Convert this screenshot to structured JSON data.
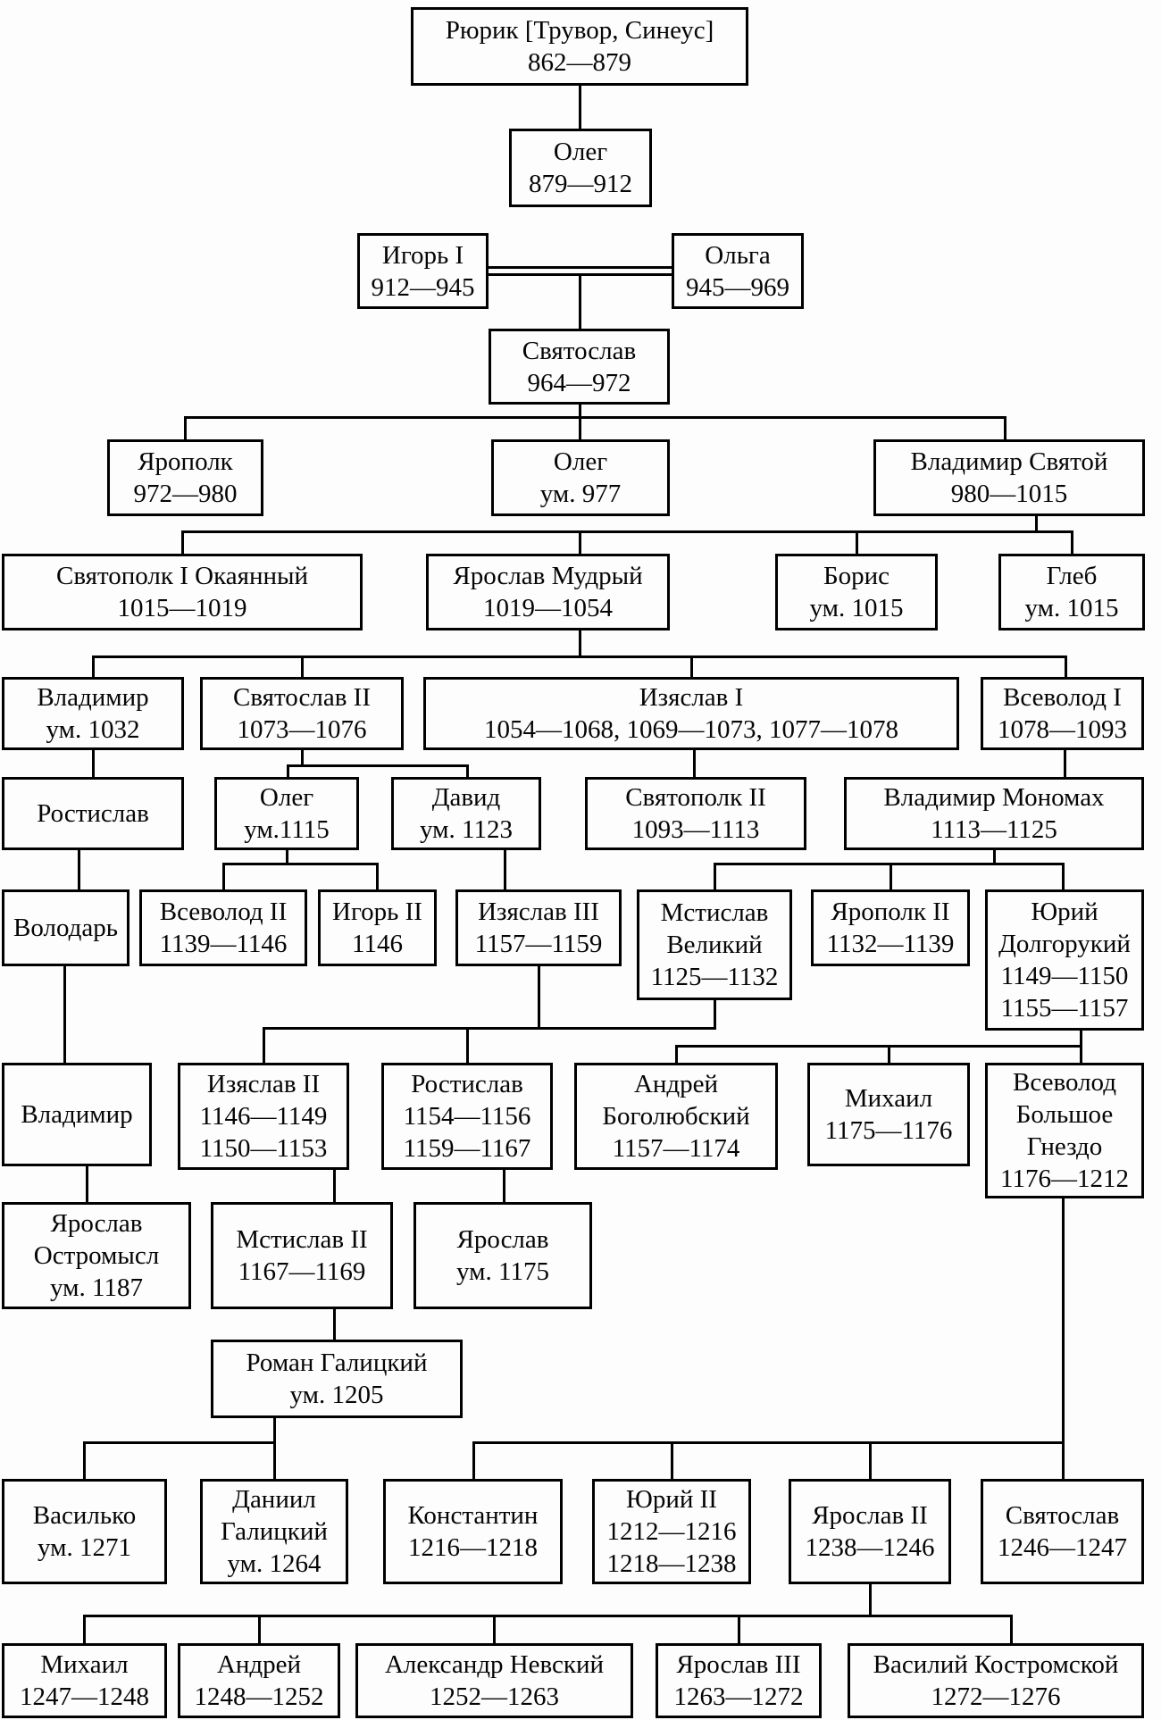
{
  "diagram": {
    "kind": "genealogical family tree",
    "marriage": {
      "between": [
        "Игорь I",
        "Ольга"
      ],
      "style": "double-line"
    }
  },
  "persons": {
    "rurik": {
      "lines": [
        "Рюрик [Трувор, Синеус]",
        "862—879"
      ]
    },
    "oleg_879": {
      "lines": [
        "Олег",
        "879—912"
      ]
    },
    "igor1": {
      "lines": [
        "Игорь I",
        "912—945"
      ]
    },
    "olga": {
      "lines": [
        "Ольга",
        "945—969"
      ]
    },
    "svyatoslav_964": {
      "lines": [
        "Святослав",
        "964—972"
      ]
    },
    "yaropolk_972": {
      "lines": [
        "Ярополк",
        "972—980"
      ]
    },
    "oleg_977": {
      "lines": [
        "Олег",
        "ум. 977"
      ]
    },
    "vladimir_980": {
      "lines": [
        "Владимир Святой",
        "980—1015"
      ]
    },
    "svyatopolk1": {
      "lines": [
        "Святополк I Окаянный",
        "1015—1019"
      ]
    },
    "yaroslav_mudry": {
      "lines": [
        "Ярослав Мудрый",
        "1019—1054"
      ]
    },
    "boris": {
      "lines": [
        "Борис",
        "ум. 1015"
      ]
    },
    "gleb": {
      "lines": [
        "Глеб",
        "ум. 1015"
      ]
    },
    "vladimir_1032": {
      "lines": [
        "Владимир",
        "ум. 1032"
      ]
    },
    "svyatoslav2": {
      "lines": [
        "Святослав II",
        "1073—1076"
      ]
    },
    "izyaslav1": {
      "lines": [
        "Изяслав I",
        "1054—1068, 1069—1073, 1077—1078"
      ]
    },
    "vsevolod1": {
      "lines": [
        "Всеволод I",
        "1078—1093"
      ]
    },
    "rostislav_1": {
      "lines": [
        "Ростислав"
      ]
    },
    "oleg_1115": {
      "lines": [
        "Олег",
        "ум.1115"
      ]
    },
    "david_1123": {
      "lines": [
        "Давид",
        "ум. 1123"
      ]
    },
    "svyatopolk2": {
      "lines": [
        "Святополк II",
        "1093—1113"
      ]
    },
    "monomakh": {
      "lines": [
        "Владимир Мономах",
        "1113—1125"
      ]
    },
    "volodar": {
      "lines": [
        "Володарь"
      ]
    },
    "vsevolod2": {
      "lines": [
        "Всеволод II",
        "1139—1146"
      ]
    },
    "igor2": {
      "lines": [
        "Игорь II",
        "1146"
      ]
    },
    "izyaslav3": {
      "lines": [
        "Изяслав III",
        "1157—1159"
      ]
    },
    "mstislav_velikiy": {
      "lines": [
        "Мстислав",
        "Великий",
        "1125—1132"
      ]
    },
    "yaropolk2": {
      "lines": [
        "Ярополк II",
        "1132—1139"
      ]
    },
    "yuri_dolgorukiy": {
      "lines": [
        "Юрий",
        "Долгорукий",
        "1149—1150",
        "1155—1157"
      ]
    },
    "vladimir_2": {
      "lines": [
        "Владимир"
      ]
    },
    "izyaslav2": {
      "lines": [
        "Изяслав II",
        "1146—1149",
        "1150—1153"
      ]
    },
    "rostislav_2": {
      "lines": [
        "Ростислав",
        "1154—1156",
        "1159—1167"
      ]
    },
    "andrey_bogolyubskiy": {
      "lines": [
        "Андрей",
        "Боголюбский",
        "1157—1174"
      ]
    },
    "mikhail_1175": {
      "lines": [
        "Михаил",
        "1175—1176"
      ]
    },
    "vsevolod_bg": {
      "lines": [
        "Всеволод",
        "Большое",
        "Гнездо",
        "1176—1212"
      ]
    },
    "yaroslav_ostromysl": {
      "lines": [
        "Ярослав",
        "Остромысл",
        "ум. 1187"
      ]
    },
    "mstislav2": {
      "lines": [
        "Мстислав II",
        "1167—1169"
      ]
    },
    "yaroslav_1175": {
      "lines": [
        "Ярослав",
        "ум. 1175"
      ]
    },
    "roman_galitskiy": {
      "lines": [
        "Роман Галицкий",
        "ум. 1205"
      ]
    },
    "vasilko": {
      "lines": [
        "Василько",
        "ум. 1271"
      ]
    },
    "daniil_galitskiy": {
      "lines": [
        "Даниил",
        "Галицкий",
        "ум. 1264"
      ]
    },
    "konstantin": {
      "lines": [
        "Константин",
        "1216—1218"
      ]
    },
    "yuri2": {
      "lines": [
        "Юрий II",
        "1212—1216",
        "1218—1238"
      ]
    },
    "yaroslav2": {
      "lines": [
        "Ярослав II",
        "1238—1246"
      ]
    },
    "svyatoslav_1246": {
      "lines": [
        "Святослав",
        "1246—1247"
      ]
    },
    "mikhail_1247": {
      "lines": [
        "Михаил",
        "1247—1248"
      ]
    },
    "andrey_1248": {
      "lines": [
        "Андрей",
        "1248—1252"
      ]
    },
    "alexander_nevskiy": {
      "lines": [
        "Александр Невский",
        "1252—1263"
      ]
    },
    "yaroslav3": {
      "lines": [
        "Ярослав III",
        "1263—1272"
      ]
    },
    "vasiliy_kostromskoy": {
      "lines": [
        "Василий Костромской",
        "1272—1276"
      ]
    }
  }
}
